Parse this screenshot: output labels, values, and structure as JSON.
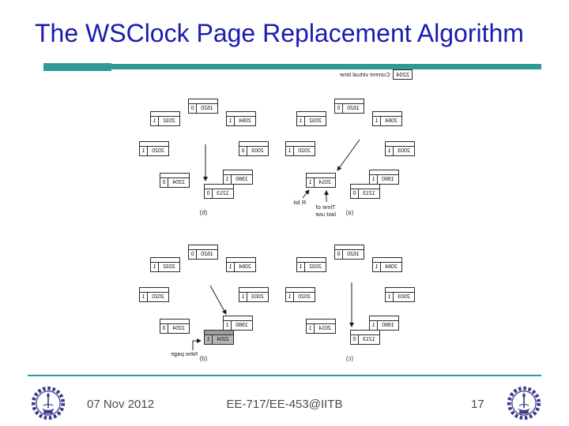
{
  "slide": {
    "title": "The WSClock Page Replacement Algorithm",
    "accent_color": "#2f9b96",
    "title_color": "#1b1bb0"
  },
  "figure": {
    "rendering_note": "figure appears horizontally mirrored on the slide",
    "current_virtual_time": {
      "label": "Current virtual time",
      "value": "2204"
    },
    "annotations": {
      "time_of_last_use_line1": "Time of",
      "time_of_last_use_line2": "last use",
      "r_bit": "R bit",
      "new_page": "New page"
    },
    "panels": [
      {
        "id": "a",
        "label": "(a)",
        "hand_points_to": "2014",
        "entries": [
          {
            "pos": "top",
            "time": "1620",
            "r": "0"
          },
          {
            "pos": "upper_left",
            "time": "2084",
            "r": "1"
          },
          {
            "pos": "upper_right",
            "time": "2032",
            "r": "1"
          },
          {
            "pos": "left",
            "time": "2003",
            "r": "1"
          },
          {
            "pos": "right",
            "time": "2020",
            "r": "1"
          },
          {
            "pos": "lower_left",
            "time": "1980",
            "r": "1"
          },
          {
            "pos": "lower_right",
            "time": "2014",
            "r": "1"
          },
          {
            "pos": "bottom",
            "time": "1213",
            "r": "0"
          }
        ],
        "has_field_labels": true
      },
      {
        "id": "b",
        "label": "(b)",
        "hand_points_to": "1213",
        "entries": [
          {
            "pos": "top",
            "time": "1620",
            "r": "0"
          },
          {
            "pos": "upper_left",
            "time": "2084",
            "r": "1"
          },
          {
            "pos": "upper_right",
            "time": "2032",
            "r": "1"
          },
          {
            "pos": "left",
            "time": "2003",
            "r": "0"
          },
          {
            "pos": "right",
            "time": "2020",
            "r": "1"
          },
          {
            "pos": "lower_left",
            "time": "1980",
            "r": "1"
          },
          {
            "pos": "lower_right",
            "time": "2204",
            "r": "0"
          },
          {
            "pos": "bottom",
            "time": "1213",
            "r": "0"
          }
        ]
      },
      {
        "id": "c",
        "label": "(c)",
        "hand_points_to": "1213",
        "entries": [
          {
            "pos": "top",
            "time": "1620",
            "r": "0"
          },
          {
            "pos": "upper_left",
            "time": "2084",
            "r": "1"
          },
          {
            "pos": "upper_right",
            "time": "2032",
            "r": "1"
          },
          {
            "pos": "left",
            "time": "2003",
            "r": "1"
          },
          {
            "pos": "right",
            "time": "2020",
            "r": "1"
          },
          {
            "pos": "lower_left",
            "time": "1980",
            "r": "1"
          },
          {
            "pos": "lower_right",
            "time": "2014",
            "r": "1"
          },
          {
            "pos": "bottom",
            "time": "1213",
            "r": "0"
          }
        ]
      },
      {
        "id": "d",
        "label": "(d)",
        "hand_points_to": "1980",
        "entries": [
          {
            "pos": "top",
            "time": "1620",
            "r": "0"
          },
          {
            "pos": "upper_left",
            "time": "2084",
            "r": "1"
          },
          {
            "pos": "upper_right",
            "time": "2032",
            "r": "1"
          },
          {
            "pos": "left",
            "time": "2003",
            "r": "1"
          },
          {
            "pos": "right",
            "time": "2020",
            "r": "1"
          },
          {
            "pos": "lower_left",
            "time": "1980",
            "r": "1"
          },
          {
            "pos": "lower_right",
            "time": "2204",
            "r": "0"
          },
          {
            "pos": "bottom",
            "time": "2204",
            "r": "1",
            "shaded": true,
            "new_page": true
          }
        ]
      }
    ]
  },
  "footer": {
    "date": "07 Nov 2012",
    "course": "EE-717/EE-453@IITB",
    "page_number": "17"
  }
}
